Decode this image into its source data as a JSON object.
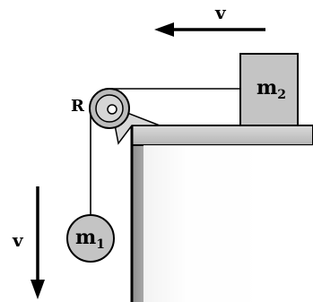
{
  "labels": {
    "velocity_top": "v",
    "velocity_left": "v",
    "radius": "R",
    "mass1_main": "m",
    "mass1_sub": "1",
    "mass2_main": "m",
    "mass2_sub": "2"
  },
  "colors": {
    "block_fill": "#c4c4c4",
    "table_top": "#d2d2d2",
    "table_side": "#a9a9a9",
    "pulley_outer": "#c0c0c0",
    "pulley_inner": "#dcdcdc",
    "stroke": "#000000",
    "background": "#ffffff"
  }
}
